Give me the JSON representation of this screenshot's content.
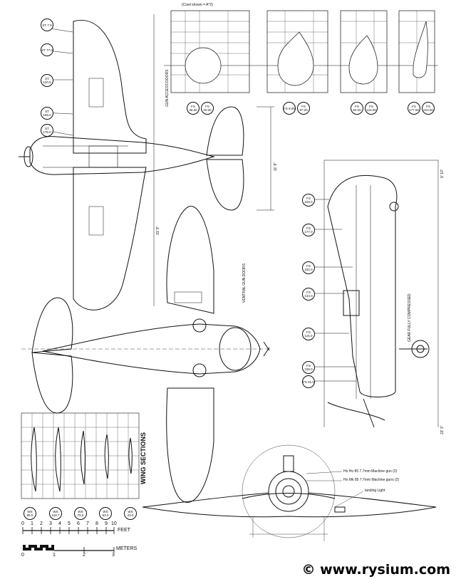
{
  "labels": {
    "cowl_note": "(Cowl shown = A*2)",
    "gun_access_doors": "GUN ACCESS DOORS",
    "ventral_gun_doors": "VENTRAL GUN DOORS",
    "wing_sections": "WING SECTIONS",
    "gear_fully_compressed": "GEAR FULLY COMPRESSED",
    "gun1": "Ho Ho 85 7.7mm Machine gun (2)",
    "gun2": "Ho Mk 85 7.7mm Machine guns (2)",
    "landing_light": "landing Light",
    "feet": "FEET",
    "meters": "METERS",
    "watermark": "© www.rysium.com",
    "dim_span": "31' 9\"",
    "dim_tail": "11' 8\"",
    "dim_height": "9' 10\"",
    "dim_length": "23' 3\""
  },
  "scale": {
    "feet_ticks": [
      "0",
      "1",
      "2",
      "3",
      "4",
      "5",
      "6",
      "7",
      "8",
      "9",
      "10"
    ],
    "meter_ticks": [
      "0",
      "1",
      "2",
      "3"
    ]
  },
  "top_stations": [
    "ST 7.9",
    "ST 77.0",
    "ST 120.5",
    "ST 155.0",
    "ST 175.0"
  ],
  "side_stations": [
    "FS 228.0",
    "FS 177.0",
    "FS 152.0",
    "FS 134.0",
    "FS 115.0",
    "FS 105.0",
    "FS 91.0"
  ],
  "wing_section_stations": [
    "WS 85.0",
    "WS 118.7",
    "WS 79.5",
    "WS 53.0",
    "WS 23.0"
  ],
  "cowl_sections": [
    {
      "a": "FS 46.50",
      "b": "FS 20.00"
    },
    {
      "a": "FS 8.00",
      "b": "FS 97.00"
    },
    {
      "a": "FS 84.00",
      "b": "FS 124.00"
    },
    {
      "a": "FS 177.00",
      "b": "FS 210.00"
    }
  ]
}
